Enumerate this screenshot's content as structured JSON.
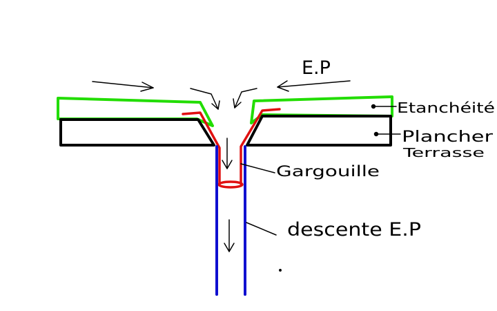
{
  "labels": {
    "rainwater": "E.P",
    "waterproofing": "Etanchéité",
    "floor_line1": "Plancher",
    "floor_line2": "Terrasse",
    "gutter_spout": "Gargouille",
    "downpipe": "descente E.P"
  },
  "colors": {
    "waterproofing": "#22dd00",
    "gutter_spout": "#e01010",
    "downpipe": "#1010d0",
    "slab": "#000000",
    "background": "#ffffff"
  }
}
